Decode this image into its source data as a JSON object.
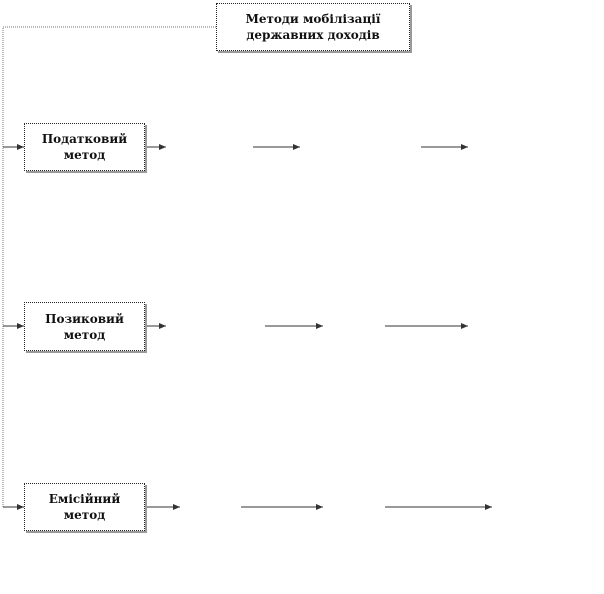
{
  "diagram": {
    "root": {
      "label": "Методи мобілізації\nдержавних доходів"
    },
    "methods": [
      {
        "label": "Податковий\nметод"
      },
      {
        "label": "Позиковий\nметод"
      },
      {
        "label": "Емісійний\nметод"
      }
    ]
  },
  "colors": {
    "line": "#444444",
    "box_border": "#222222",
    "shadow": "#9a9a9a"
  }
}
